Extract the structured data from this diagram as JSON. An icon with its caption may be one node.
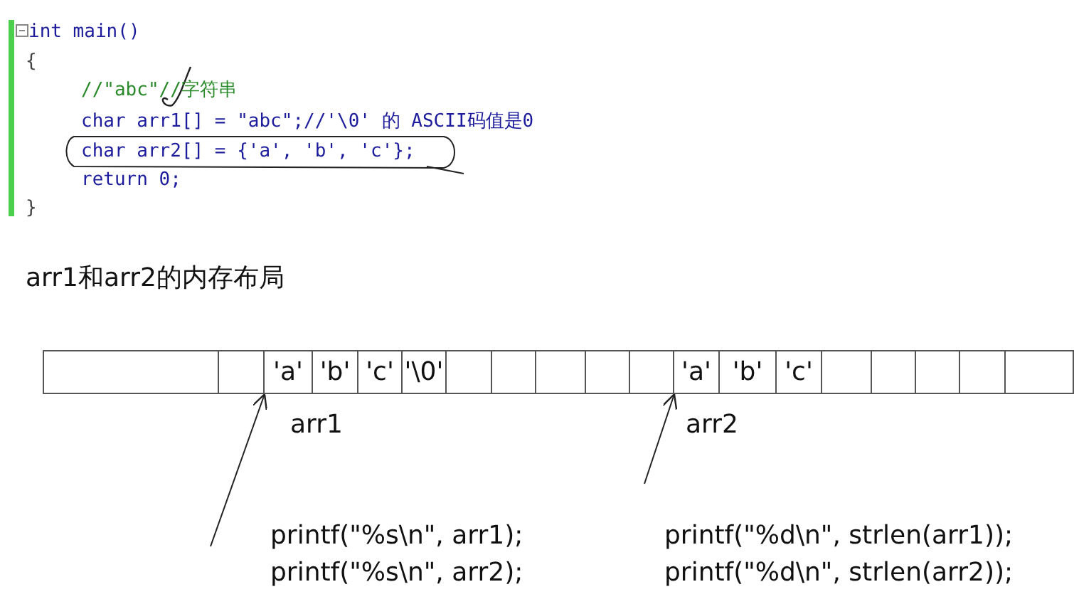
{
  "diagram": {
    "title": "arr1和arr2的内存布局",
    "nodes": [
      {
        "text": [],
        "shape": "box"
      },
      {
        "text": [],
        "shape": "box"
      },
      {
        "text": [
          "'a'"
        ]
      },
      {
        "text": [
          "'b'"
        ]
      },
      {
        "text": [
          "'c'"
        ]
      },
      {
        "text": [
          "'\\0'"
        ]
      },
      {
        "text": [],
        "shape": "box"
      },
      {
        "text": [],
        "shape": "box"
      },
      {
        "text": [],
        "shape": "box"
      },
      {
        "text": [],
        "shape": "box"
      },
      {
        "text": [],
        "shape": "box"
      },
      {
        "text": [
          "'a'"
        ]
      },
      {
        "text": [
          "'b'"
        ]
      },
      {
        "text": [
          "'c'"
        ]
      },
      {
        "text": [],
        "shape": "box"
      },
      {
        "text": [],
        "shape": "box"
      },
      {
        "text": [],
        "shape": "box"
      },
      {
        "text": [],
        "shape": "box"
      },
      {
        "text": [],
        "shape": "box"
      }
    ],
    "edges": [
      {
        "from": null,
        "to": 2,
        "arrow": "to",
        "label": "arr1"
      },
      {
        "from": null,
        "to": 11,
        "arrow": "to",
        "label": "arr2"
      }
    ],
    "labels": [
      "int main()",
      "{",
      "//\"abc\"//字符串",
      "char arr1[] = \"abc\";//'\\0' 的 ASCII码值是0",
      "char arr2[] = {'a', 'b', 'c'};",
      "return 0;",
      "}",
      "printf(\"%s\\n\", arr1);",
      "printf(\"%d\\n\", strlen(arr1));",
      "printf(\"%s\\n\", arr2);",
      "printf(\"%d\\n\", strlen(arr2));"
    ]
  }
}
